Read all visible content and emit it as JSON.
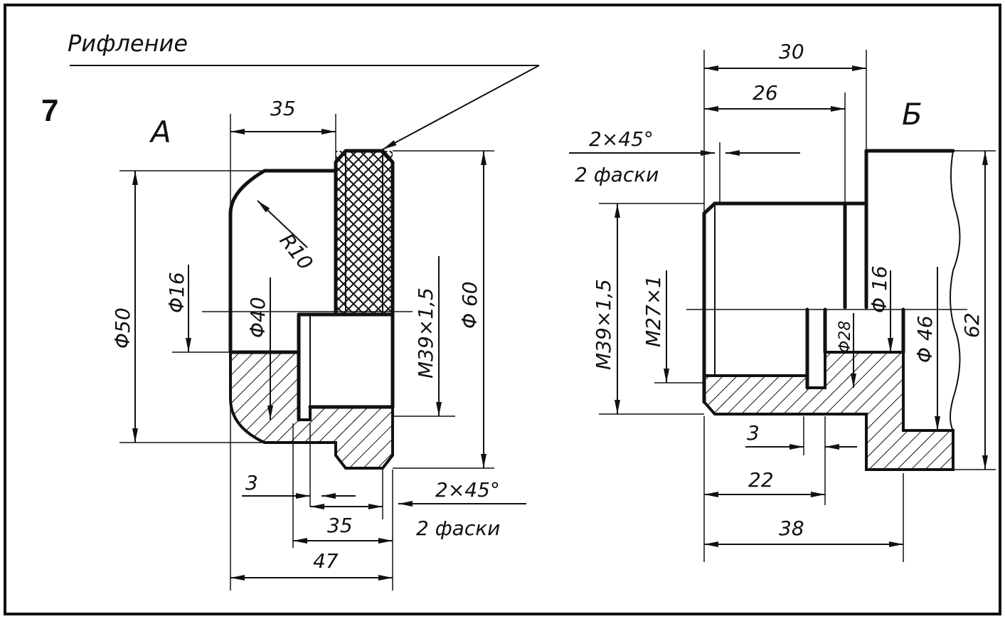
{
  "figure": {
    "number": "7",
    "knurling_label": "Рифление"
  },
  "part_a": {
    "title": "А",
    "dims": {
      "top_35": "35",
      "radius": "R10",
      "d50": "Φ50",
      "d16": "Φ16",
      "d40": "Φ40",
      "thread": "M39×1,5",
      "d60": "Φ 60",
      "bottom_3": "3",
      "bottom_35": "35",
      "bottom_47": "47",
      "chamfer": "2×45°",
      "chamfer_note": "2 фаски"
    }
  },
  "part_b": {
    "title": "Б",
    "dims": {
      "top_30": "30",
      "top_26": "26",
      "chamfer": "2×45°",
      "chamfer_note": "2 фаски",
      "thread_outer": "M39×1,5",
      "thread_inner": "M27×1",
      "d28": "Φ28",
      "d16": "Φ 16",
      "d46": "Φ 46",
      "h62": "62",
      "bottom_3": "3",
      "bottom_22": "22",
      "bottom_38": "38"
    }
  }
}
